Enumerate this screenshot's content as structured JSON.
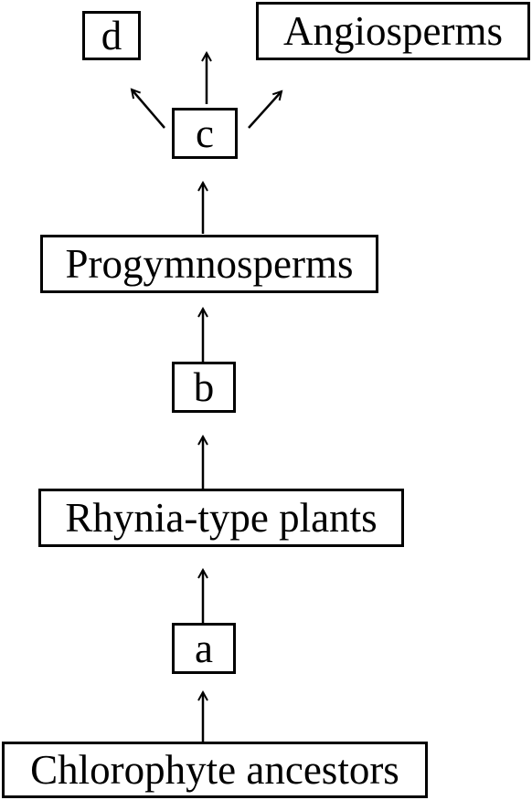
{
  "diagram": {
    "nodes": {
      "d": "d",
      "angiosperms": "Angiosperms",
      "c": "c",
      "progymnosperms": "Progymnosperms",
      "b": "b",
      "rhynia": "Rhynia-type plants",
      "a": "a",
      "chlorophyte": "Chlorophyte ancestors"
    },
    "edges": [
      [
        "chlorophyte",
        "a"
      ],
      [
        "a",
        "rhynia"
      ],
      [
        "rhynia",
        "b"
      ],
      [
        "b",
        "progymnosperms"
      ],
      [
        "progymnosperms",
        "c"
      ],
      [
        "c",
        "d"
      ],
      [
        "c",
        "up"
      ],
      [
        "c",
        "angiosperms"
      ]
    ]
  }
}
